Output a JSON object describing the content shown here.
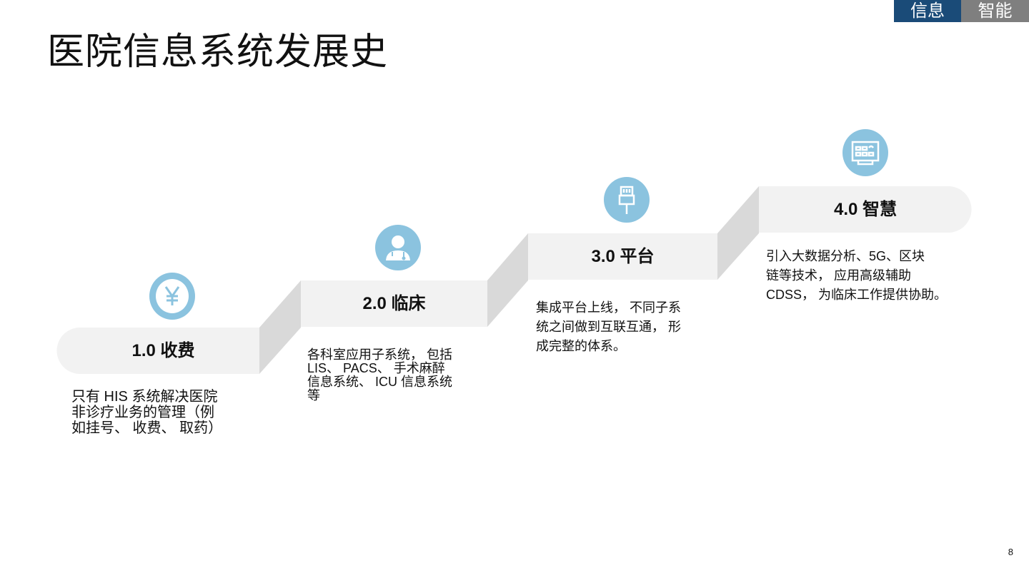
{
  "header": {
    "title": "医院信息系统发展史",
    "tags": [
      "信息",
      "智能"
    ]
  },
  "steps": [
    {
      "label": "1.0 收费",
      "icon": "yen-icon",
      "desc": [
        "只有 HIS 系统解决医院",
        "非诊疗业务的管理（例",
        "如挂号、 收费、 取药）"
      ]
    },
    {
      "label": "2.0 临床",
      "icon": "doctor-icon",
      "desc": [
        "各科室应用子系统， 包括",
        "LIS、 PACS、 手术麻醉",
        "信息系统、 ICU 信息系统",
        "等"
      ]
    },
    {
      "label": "3.0 平台",
      "icon": "network-cable-icon",
      "desc": [
        "集成平台上线， 不同子系",
        "统之间做到互联互通， 形",
        "成完整的体系。"
      ]
    },
    {
      "label": "4.0 智慧",
      "icon": "smart-monitor-icon",
      "desc": [
        "引入大数据分析、5G、区块",
        "链等技术， 应用高级辅助",
        "CDSS， 为临床工作提供协助。"
      ]
    }
  ],
  "page_number": "8",
  "colors": {
    "accent": "#1a4b78",
    "icon": "#8bc3df",
    "bar": "#f2f2f2",
    "side": "#d9d9d9"
  }
}
